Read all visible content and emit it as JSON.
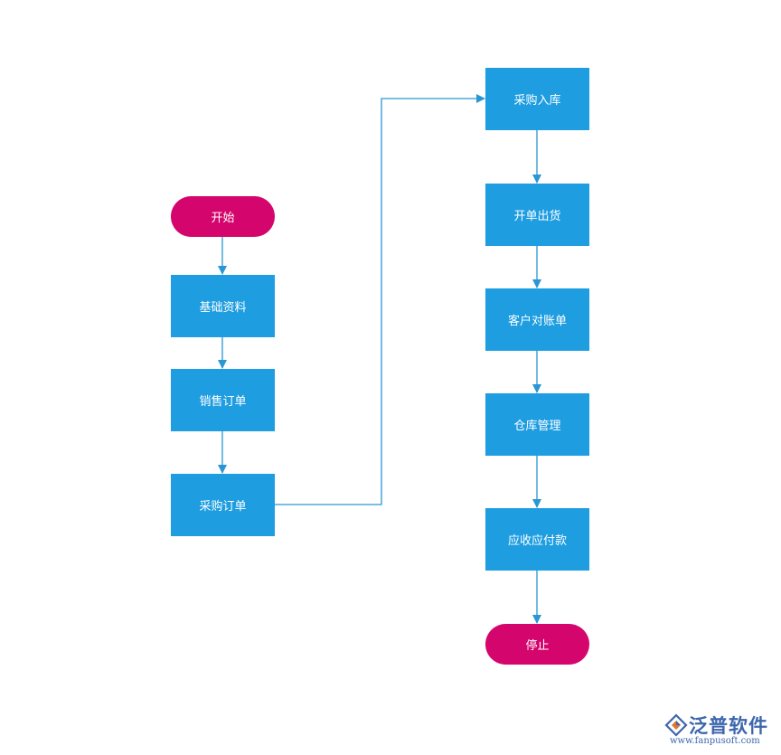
{
  "flowchart": {
    "left_column": {
      "start": "开始",
      "step1": "基础资料",
      "step2": "销售订单",
      "step3": "采购订单"
    },
    "right_column": {
      "step4": "采购入库",
      "step5": "开单出货",
      "step6": "客户对账单",
      "step7": "仓库管理",
      "step8": "应收应付款",
      "end": "停止"
    }
  },
  "colors": {
    "process": "#1e9de1",
    "terminal": "#d4066d",
    "connector": "#2a96d4",
    "brand": "#3d66ad"
  },
  "watermark": {
    "name": "泛普软件",
    "url": "www.fanpusoft.com"
  }
}
